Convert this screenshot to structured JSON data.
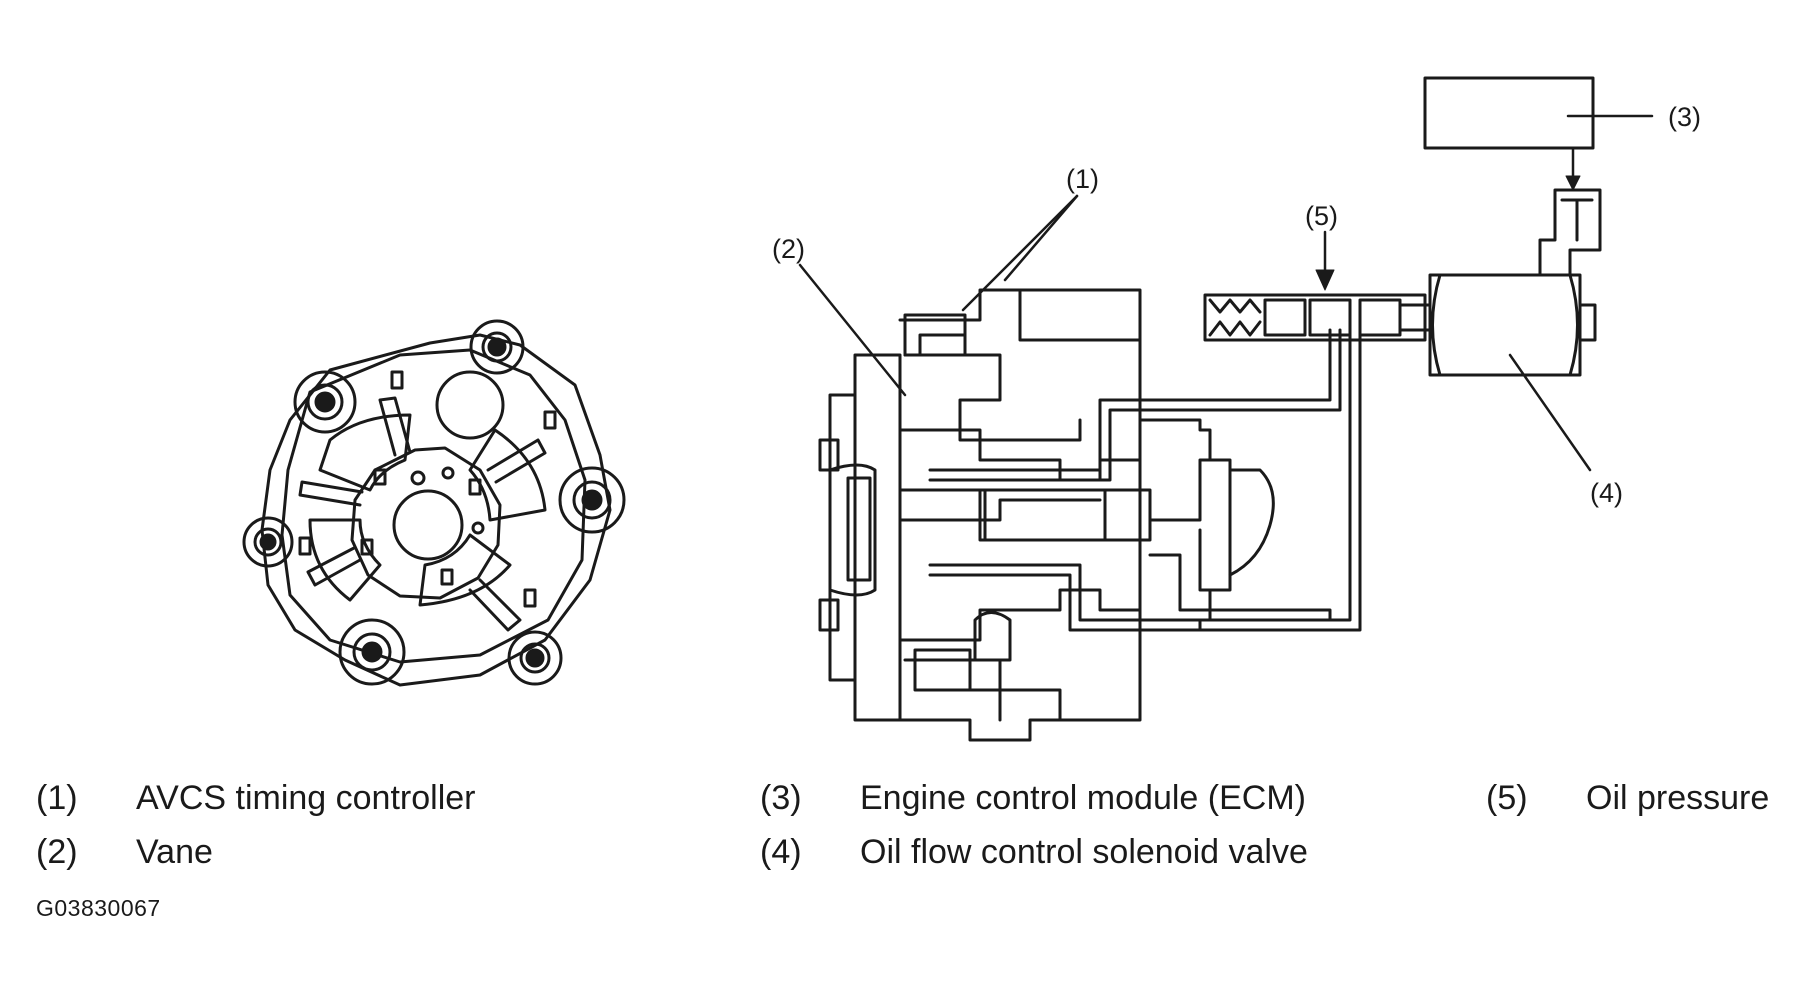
{
  "callouts": {
    "c1": "(1)",
    "c2": "(2)",
    "c3": "(3)",
    "c4": "(4)",
    "c5": "(5)"
  },
  "legend": [
    {
      "num": "(1)",
      "text": "AVCS timing controller"
    },
    {
      "num": "(2)",
      "text": "Vane"
    },
    {
      "num": "(3)",
      "text": "Engine control module (ECM)"
    },
    {
      "num": "(4)",
      "text": "Oil flow control solenoid valve"
    },
    {
      "num": "(5)",
      "text": "Oil pressure"
    }
  ],
  "figure_code": "G03830067"
}
